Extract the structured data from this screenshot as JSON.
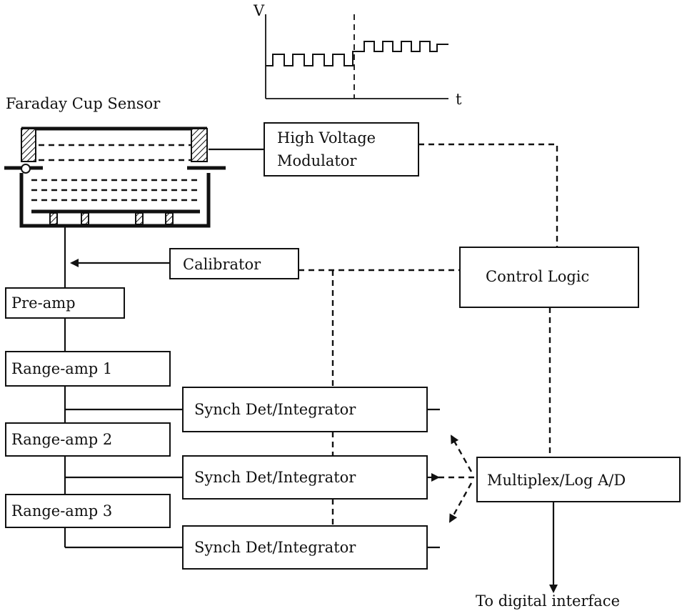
{
  "graph": {
    "y_axis_label": "V",
    "x_axis_label": "t"
  },
  "sensor": {
    "title": "Faraday Cup Sensor"
  },
  "blocks": {
    "high_voltage_modulator": [
      "High Voltage",
      "Modulator"
    ],
    "calibrator": "Calibrator",
    "control_logic": "Control Logic",
    "preamp": "Pre-amp",
    "range_amp_1": "Range-amp 1",
    "range_amp_2": "Range-amp 2",
    "range_amp_3": "Range-amp 3",
    "synch_det_1": "Synch Det/Integrator",
    "synch_det_2": "Synch Det/Integrator",
    "synch_det_3": "Synch Det/Integrator",
    "multiplex": "Multiplex/Log A/D"
  },
  "output_label": "To digital interface"
}
